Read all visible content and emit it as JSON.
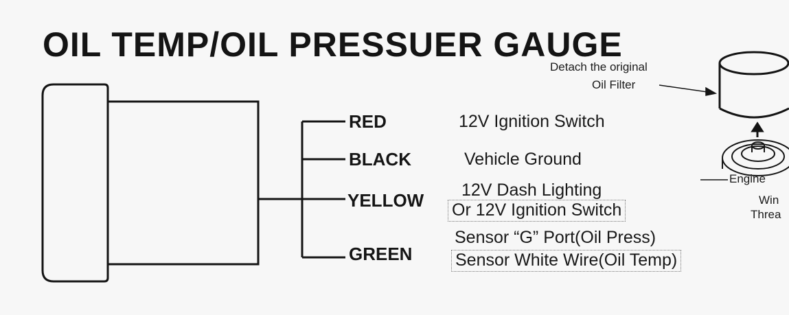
{
  "title": "OIL TEMP/OIL PRESSUER GAUGE",
  "wires": [
    {
      "color_name": "RED",
      "description": "12V Ignition Switch"
    },
    {
      "color_name": "BLACK",
      "description": "Vehicle Ground"
    },
    {
      "color_name": "YELLOW",
      "description": "12V Dash Lighting",
      "alt_description": "Or 12V Ignition Switch"
    },
    {
      "color_name": "GREEN",
      "description": "Sensor “G” Port(Oil Press)",
      "alt_description": "Sensor White Wire(Oil Temp)"
    }
  ],
  "filter_note": {
    "line1": "Detach the original",
    "line2": "Oil Filter"
  },
  "engine_labels": {
    "engine": "Engine",
    "cut_text_1": "Win",
    "cut_text_2": "Threa"
  },
  "colors": {
    "ink": "#141414",
    "background": "#f7f7f7",
    "dotted_box": "#777777"
  }
}
